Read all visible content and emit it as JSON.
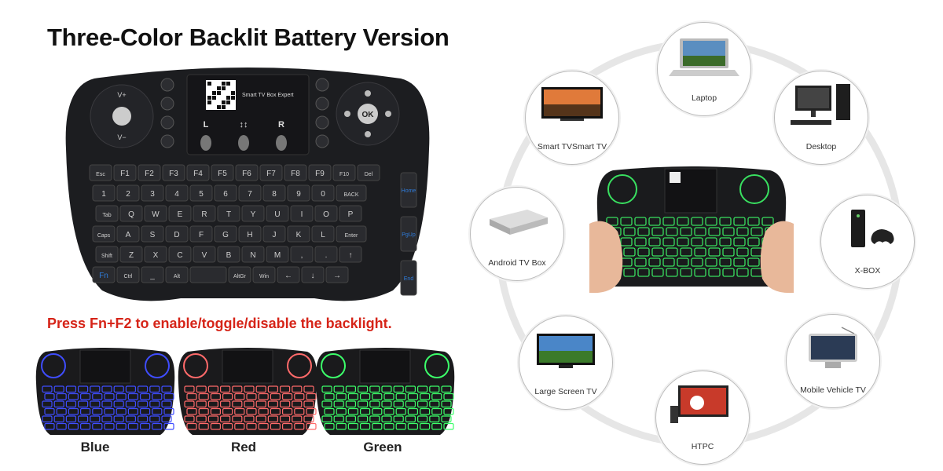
{
  "title": "Three-Color Backlit Battery Version",
  "backlight_note": "Press Fn+F2 to enable/toggle/disable the backlight.",
  "main_keyboard": {
    "qr_caption": "Smart TV Box Expert",
    "touchpad_buttons": [
      "L",
      "↕↕",
      "R"
    ],
    "dpad_center": "OK",
    "volume_up": "V+",
    "volume_down": "V−",
    "rows": [
      [
        "Esc",
        "F1",
        "F2",
        "F3",
        "F4",
        "F5",
        "F6",
        "F7",
        "F8",
        "F9",
        "F10",
        "Del"
      ],
      [
        "1",
        "2",
        "3",
        "4",
        "5",
        "6",
        "7",
        "8",
        "9",
        "0",
        "BACK"
      ],
      [
        "Tab",
        "Q",
        "W",
        "E",
        "R",
        "T",
        "Y",
        "U",
        "I",
        "O",
        "P"
      ],
      [
        "Caps",
        "A",
        "S",
        "D",
        "F",
        "G",
        "H",
        "J",
        "K",
        "L",
        "Enter"
      ],
      [
        "Shift",
        "Z",
        "X",
        "C",
        "V",
        "B",
        "N",
        "M",
        ",",
        ".",
        "↑"
      ],
      [
        "Fn",
        "Ctrl",
        "_",
        "Alt",
        "",
        "AltGr",
        "Win",
        "←",
        "↓",
        "→"
      ]
    ],
    "side_keys": [
      "Home",
      "PgUp",
      "End"
    ]
  },
  "variants": [
    {
      "label": "Blue",
      "color": "#3f4dff"
    },
    {
      "label": "Red",
      "color": "#ff6a6a"
    },
    {
      "label": "Green",
      "color": "#3cff6a"
    }
  ],
  "devices": [
    {
      "label": "Laptop",
      "icon": "laptop-icon"
    },
    {
      "label": "Desktop",
      "icon": "desktop-icon"
    },
    {
      "label": "X-BOX",
      "icon": "xbox-icon"
    },
    {
      "label": "Mobile Vehicle TV",
      "icon": "car-tv-icon"
    },
    {
      "label": "HTPC",
      "icon": "htpc-icon"
    },
    {
      "label": "Large Screen TV",
      "icon": "tv-icon"
    },
    {
      "label": "Android TV Box",
      "icon": "tv-box-icon"
    },
    {
      "label": "Smart TVSmart TV",
      "icon": "smart-tv-icon"
    }
  ],
  "colors": {
    "keyboard_body": "#1c1d20",
    "key": "#2a2b2f",
    "key_text": "#cfcfcf",
    "accent_blue": "#2f7bd8",
    "note_red": "#d62418",
    "ring_line": "#e6e6e6"
  }
}
